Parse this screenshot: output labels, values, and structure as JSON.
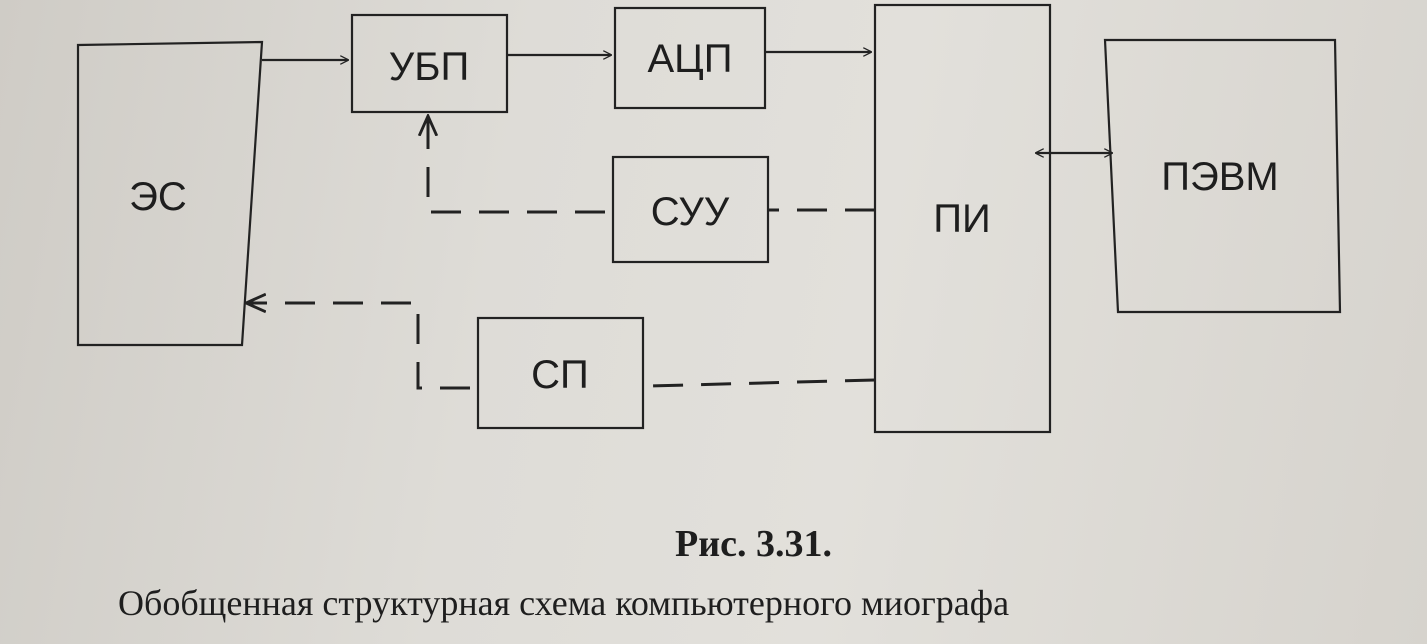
{
  "blocks": {
    "es": "ЭС",
    "ubp": "УБП",
    "acp": "АЦП",
    "suu": "СУУ",
    "sp": "СП",
    "pi": "ПИ",
    "pevm": "ПЭВМ"
  },
  "caption": {
    "title": "Рис. 3.31.",
    "subtitle": "Обобщенная структурная схема компьютерного миографа"
  }
}
